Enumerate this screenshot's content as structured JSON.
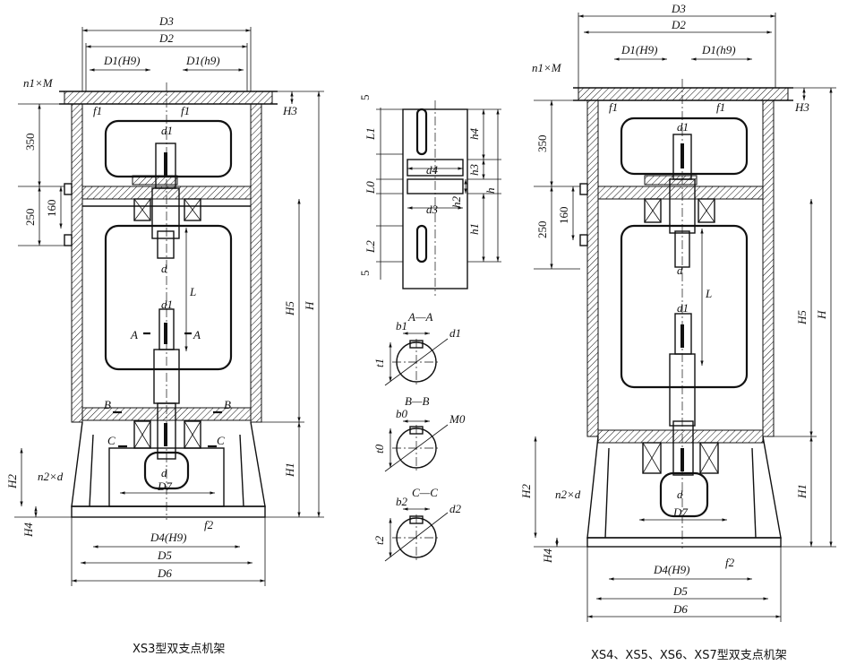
{
  "captions": {
    "left": "XS3型双支点机架",
    "right": "XS4、XS5、XS6、XS7型双支点机架"
  },
  "dims": {
    "D3": "D3",
    "D2": "D2",
    "D1H9": "D1(H9)",
    "D1h9": "D1(h9)",
    "n1M": "n1×M",
    "f1": "f1",
    "H3": "H3",
    "d1": "d1",
    "d": "d",
    "L": "L",
    "H5": "H5",
    "H": "H",
    "H1": "H1",
    "H2": "H2",
    "H4": "H4",
    "n2d": "n2×d",
    "D7": "D7",
    "D4H9": "D4(H9)",
    "f2": "f2",
    "D5": "D5",
    "D6": "D6",
    "v350": "350",
    "v250": "250",
    "v160": "160",
    "A": "A",
    "B": "B",
    "C": "C"
  },
  "shaft": {
    "L1": "L1",
    "L0": "L0",
    "L2": "L2",
    "h4": "h4",
    "h3": "h3",
    "h2": "h2",
    "h1": "h1",
    "h": "h",
    "d4": "d4",
    "d3": "d3",
    "five": "5"
  },
  "sections": {
    "AA": "A—A",
    "BB": "B—B",
    "CC": "C—C",
    "b1": "b1",
    "t1": "t1",
    "d1": "d1",
    "b0": "b0",
    "t0": "t0",
    "M0": "M0",
    "b2": "b2",
    "t2": "t2",
    "d2": "d2"
  }
}
